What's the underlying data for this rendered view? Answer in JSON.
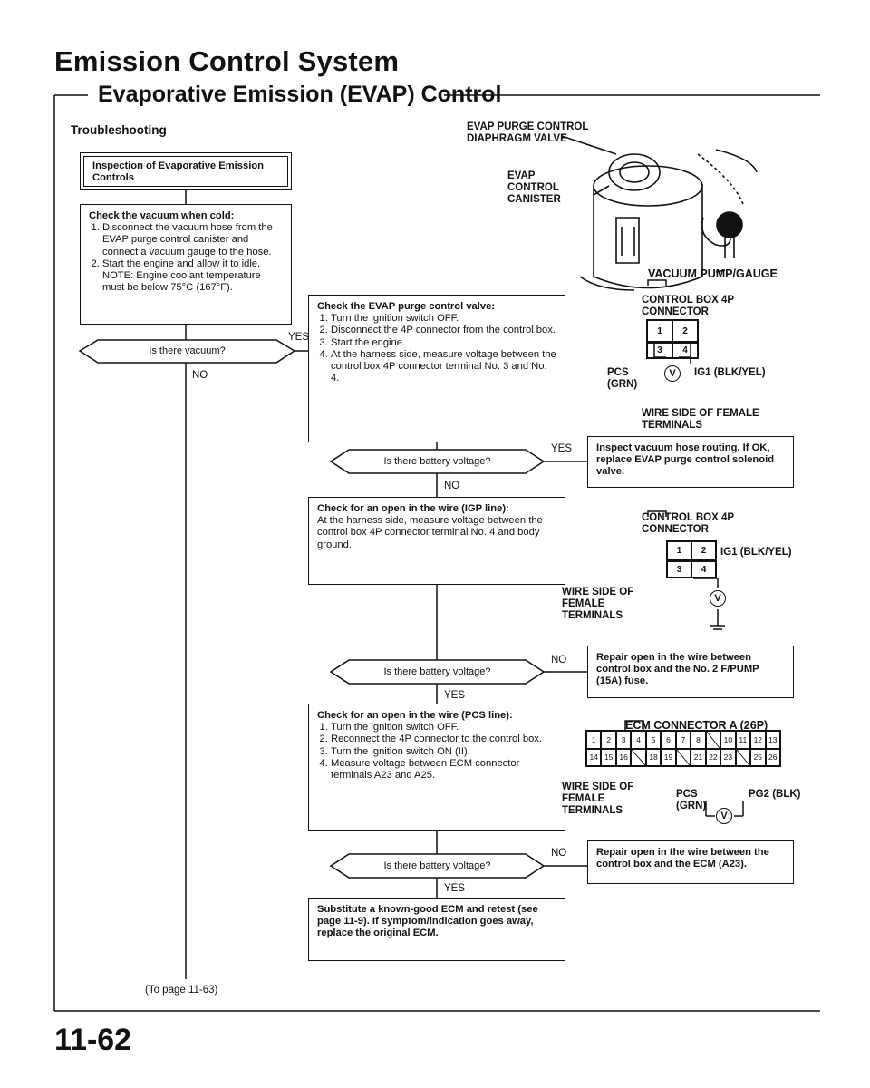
{
  "header": {
    "title": "Emission Control System",
    "subtitle": "Evaporative Emission (EVAP) Control"
  },
  "section": "Troubleshooting",
  "flow": {
    "start": "Inspection of Evaporative Emission Controls",
    "check_vacuum_cold": {
      "heading": "Check the vacuum when cold:",
      "steps": [
        "Disconnect the vacuum hose from the EVAP purge control canister and connect a vacuum gauge to the hose.",
        "Start the engine and allow it to idle. NOTE: Engine coolant temperature must be below 75°C (167°F)."
      ]
    },
    "q_vacuum": "Is there vacuum?",
    "check_purge_valve": {
      "heading": "Check the EVAP purge control valve:",
      "steps": [
        "Turn the ignition switch OFF.",
        "Disconnect the 4P connector from the control box.",
        "Start the engine.",
        "At the harness side, measure voltage between the control box 4P connector terminal No. 3 and No. 4."
      ]
    },
    "q_voltage_1": "Is there battery voltage?",
    "inspect_hose": "Inspect vacuum hose routing. If OK, replace EVAP purge control solenoid valve.",
    "check_igp": {
      "heading": "Check for an open in the wire (IGP line):",
      "text": "At the harness side, measure voltage between the control box 4P connector terminal No. 4 and body ground."
    },
    "q_voltage_2": "Is there battery voltage?",
    "repair_fuse": "Repair open in the wire between control box and the No. 2 F/PUMP (15A) fuse.",
    "check_pcs": {
      "heading": "Check for an open in the wire (PCS line):",
      "steps": [
        "Turn the ignition switch OFF.",
        "Reconnect the 4P connector to the control box.",
        "Turn the ignition switch ON (II).",
        "Measure voltage between ECM connector terminals A23 and A25."
      ]
    },
    "q_voltage_3": "Is there battery voltage?",
    "repair_ecm": "Repair open in the wire between the control box and the ECM (A23).",
    "substitute_ecm": "Substitute a known-good ECM and retest (see page 11-9). If symptom/indication goes away, replace the original ECM.",
    "yes": "YES",
    "no": "NO",
    "continue": "(To page 11-63)"
  },
  "diagram": {
    "purge_valve": "EVAP PURGE CONTROL DIAPHRAGM VALVE",
    "canister": "EVAP CONTROL CANISTER",
    "vacuum_gauge": "VACUUM PUMP/GAUGE",
    "connector_1": {
      "title": "CONTROL BOX 4P CONNECTOR",
      "pins": [
        "1",
        "2",
        "3",
        "4"
      ],
      "pcs": "PCS (GRN)",
      "ig1": "IG1 (BLK/YEL)",
      "caption": "WIRE SIDE OF FEMALE TERMINALS"
    },
    "connector_2": {
      "title": "CONTROL BOX 4P CONNECTOR",
      "pins": [
        "1",
        "2",
        "3",
        "4"
      ],
      "ig1": "IG1 (BLK/YEL)",
      "caption": "WIRE SIDE OF FEMALE TERMINALS"
    },
    "ecm": {
      "title": "ECM CONNECTOR A (26P)",
      "row1": [
        "1",
        "2",
        "3",
        "4",
        "5",
        "6",
        "7",
        "8",
        "",
        "10",
        "11",
        "12",
        "13"
      ],
      "row2": [
        "14",
        "15",
        "16",
        "",
        "18",
        "19",
        "",
        "21",
        "22",
        "23",
        "",
        "25",
        "26"
      ],
      "caption": "WIRE SIDE OF FEMALE TERMINALS",
      "pcs": "PCS (GRN)",
      "pg2": "PG2 (BLK)"
    },
    "voltmeter": "V"
  },
  "page_number": "11-62"
}
